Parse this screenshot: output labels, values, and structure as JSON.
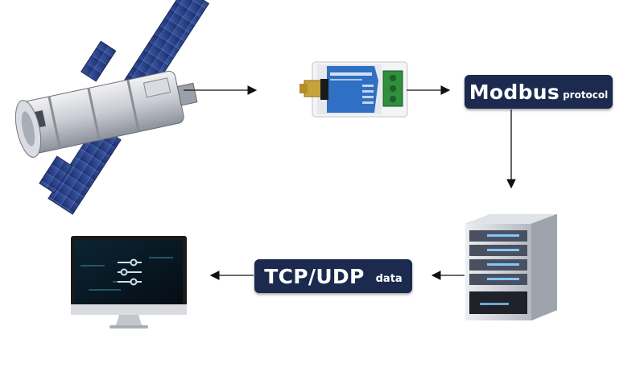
{
  "nodes": {
    "satellite": {
      "icon": "satellite-icon"
    },
    "gps_module": {
      "icon": "gps-module-icon"
    },
    "server": {
      "icon": "server-rack-icon"
    },
    "monitor": {
      "icon": "monitor-icon"
    }
  },
  "labels": {
    "modbus_main": "Modbus",
    "modbus_sub": "protocol",
    "tcp_main": "TCP/UDP",
    "tcp_sub": "data"
  },
  "colors": {
    "label_bg": "#1b2a4e",
    "label_text": "#ffffff",
    "arrow": "#111111",
    "module_blue": "#2f6fc4",
    "terminal_green": "#2f8f3c",
    "server_glow": "#7ec8ff",
    "monitor_screen": "#0c2030"
  }
}
